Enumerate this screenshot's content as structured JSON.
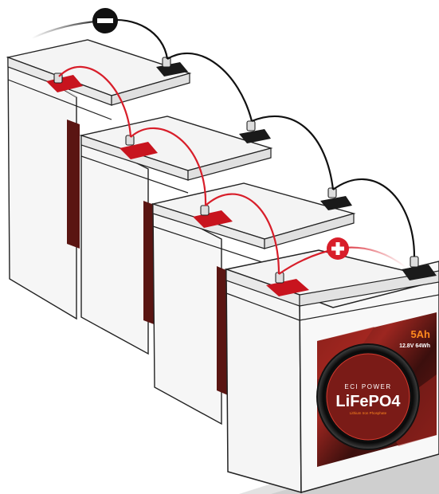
{
  "illustration": {
    "negative_symbol": "−",
    "positive_symbol": "+",
    "colors": {
      "battery_case": "#f3f3f3",
      "battery_outline": "#222222",
      "positive_terminal": "#c8141e",
      "negative_terminal": "#1a1a1a",
      "series_wire": "#d81e2a",
      "main_wire": "#111111",
      "label_dark": "#2a0f0e",
      "label_red": "#8f1c18",
      "accent_orange": "#ff8a1e",
      "floor_shadow": "#c9c9c9"
    }
  },
  "front_battery_label": {
    "capacity": "5Ah",
    "rating": "12.8V 64Wh",
    "brand": "ECI POWER",
    "chemistry": "LiFePO4",
    "subtitle": "Lithium Iron Phosphate"
  }
}
